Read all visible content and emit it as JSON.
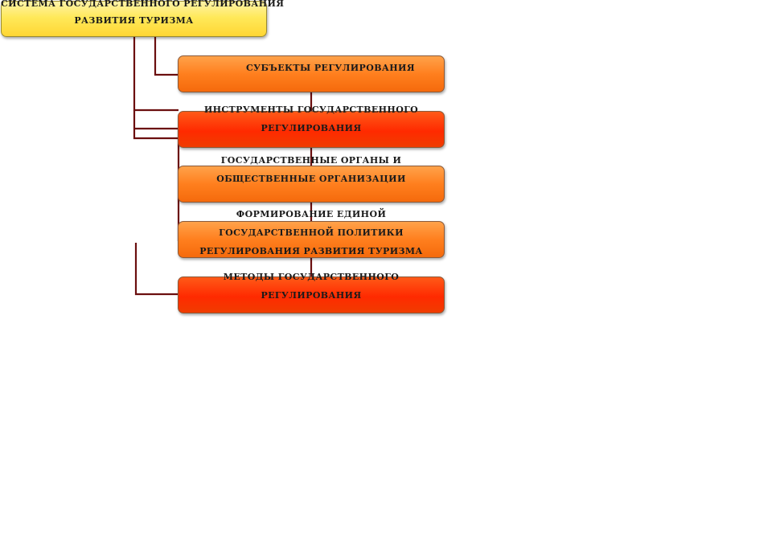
{
  "root": {
    "line1": "СИСТЕМА ГОСУДАРСТВЕННОГО РЕГУЛИРОВАНИЯ",
    "line2": "РАЗВИТИЯ ТУРИЗМА"
  },
  "nodes": [
    {
      "lines": [
        "СУБЪЕКТЫ РЕГУЛИРОВАНИЯ"
      ]
    },
    {
      "lines": [
        "ИНСТРУМЕНТЫ ГОСУДАРСТВЕННОГО",
        "РЕГУЛИРОВАНИЯ"
      ]
    },
    {
      "lines": [
        "ГОСУДАРСТВЕННЫЕ ОРГАНЫ И",
        "ОБЩЕСТВЕННЫЕ ОРГАНИЗАЦИИ"
      ]
    },
    {
      "lines": [
        "ФОРМИРОВАНИЕ ЕДИНОЙ",
        "ГОСУДАРСТВЕННОЙ ПОЛИТИКИ",
        "РЕГУЛИРОВАНИЯ РАЗВИТИЯ ТУРИЗМА"
      ]
    },
    {
      "lines": [
        "МЕТОДЫ ГОСУДАРСТВЕННОГО",
        "РЕГУЛИРОВАНИЯ"
      ]
    }
  ],
  "colors": {
    "connector": "#6b0f0f",
    "root_fill": "#ffe95a",
    "node_orange": "#ff8a2a",
    "node_red": "#ff3300"
  }
}
